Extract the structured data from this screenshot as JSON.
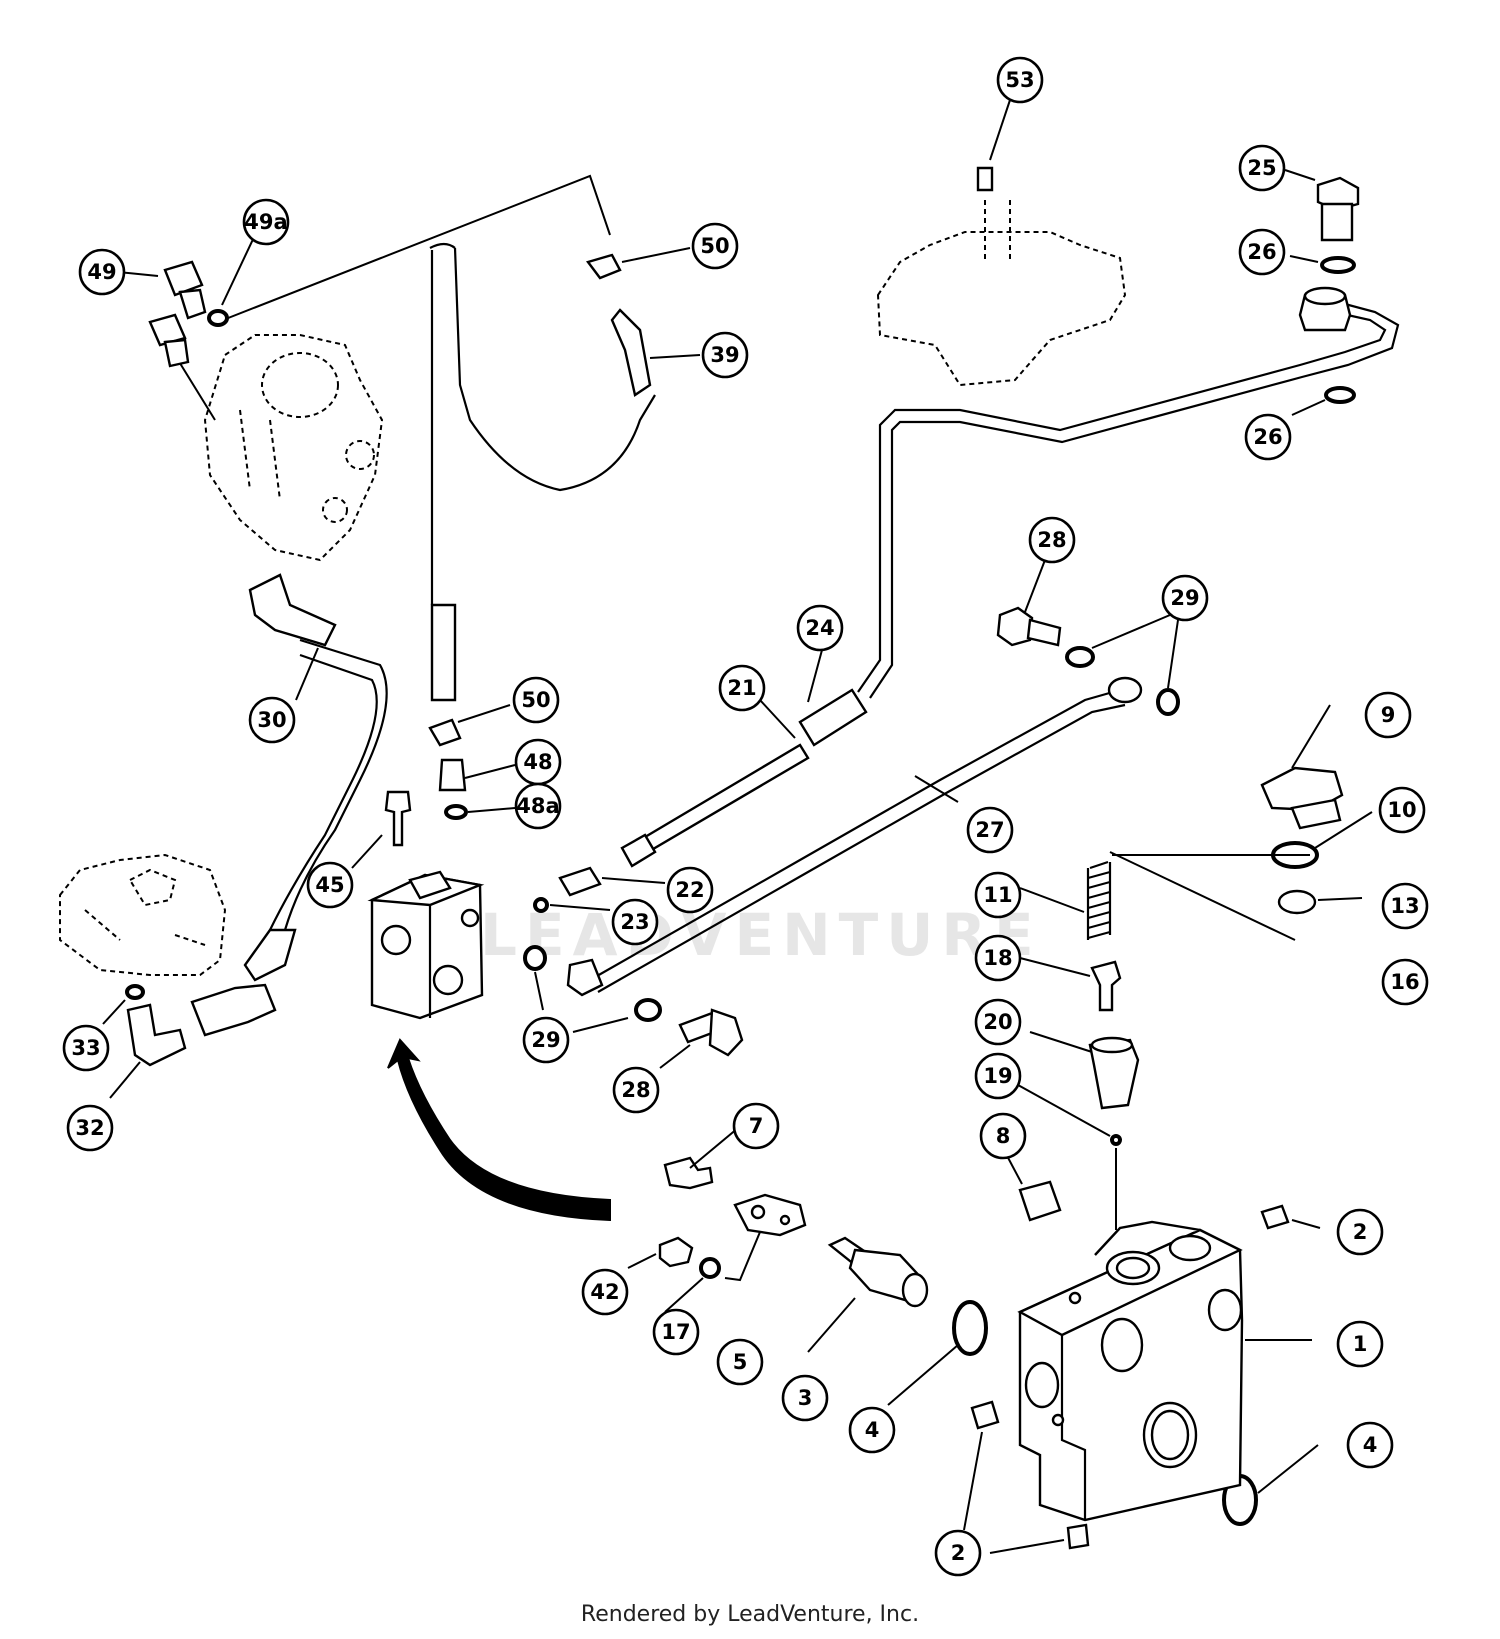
{
  "footer": {
    "text": "Rendered by LeadVenture, Inc."
  },
  "watermark": {
    "text": "LEADVENTURE"
  },
  "callouts": [
    {
      "id": "c53",
      "label": "53"
    },
    {
      "id": "c25",
      "label": "25"
    },
    {
      "id": "c26a",
      "label": "26"
    },
    {
      "id": "c26b",
      "label": "26"
    },
    {
      "id": "c49a",
      "label": "49a"
    },
    {
      "id": "c49",
      "label": "49"
    },
    {
      "id": "c50a",
      "label": "50"
    },
    {
      "id": "c39",
      "label": "39"
    },
    {
      "id": "c28a",
      "label": "28"
    },
    {
      "id": "c29a",
      "label": "29"
    },
    {
      "id": "c24",
      "label": "24"
    },
    {
      "id": "c21",
      "label": "21"
    },
    {
      "id": "c30",
      "label": "30"
    },
    {
      "id": "c50b",
      "label": "50"
    },
    {
      "id": "c48",
      "label": "48"
    },
    {
      "id": "c48a",
      "label": "48a"
    },
    {
      "id": "c45",
      "label": "45"
    },
    {
      "id": "c22",
      "label": "22"
    },
    {
      "id": "c23",
      "label": "23"
    },
    {
      "id": "c27",
      "label": "27"
    },
    {
      "id": "c9",
      "label": "9"
    },
    {
      "id": "c10",
      "label": "10"
    },
    {
      "id": "c11",
      "label": "11"
    },
    {
      "id": "c13",
      "label": "13"
    },
    {
      "id": "c16",
      "label": "16"
    },
    {
      "id": "c18",
      "label": "18"
    },
    {
      "id": "c29b",
      "label": "29"
    },
    {
      "id": "c28b",
      "label": "28"
    },
    {
      "id": "c20",
      "label": "20"
    },
    {
      "id": "c19",
      "label": "19"
    },
    {
      "id": "c33",
      "label": "33"
    },
    {
      "id": "c32",
      "label": "32"
    },
    {
      "id": "c7",
      "label": "7"
    },
    {
      "id": "c8",
      "label": "8"
    },
    {
      "id": "c2a",
      "label": "2"
    },
    {
      "id": "c42",
      "label": "42"
    },
    {
      "id": "c17",
      "label": "17"
    },
    {
      "id": "c5",
      "label": "5"
    },
    {
      "id": "c3",
      "label": "3"
    },
    {
      "id": "c4a",
      "label": "4"
    },
    {
      "id": "c1",
      "label": "1"
    },
    {
      "id": "c4b",
      "label": "4"
    },
    {
      "id": "c2b",
      "label": "2"
    }
  ]
}
